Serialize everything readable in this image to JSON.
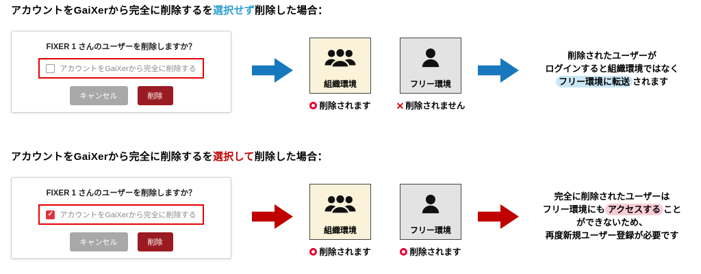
{
  "colors": {
    "blue_accent": "#1878be",
    "red_accent": "#c00000",
    "teal_emphasis": "#2b9fd0",
    "red_emphasis": "#c00000",
    "org_box_bg": "#faf3d9",
    "free_box_bg": "#e3e3e3",
    "delete_button": "#9a1b22",
    "cancel_button": "#a8a8a8",
    "checkbox_checked": "#d9363e",
    "marker_red": "#e60033",
    "highlight_blue": "#c9e7f6",
    "highlight_pink": "#f8ccd6"
  },
  "icons": {
    "check": "✓",
    "cross": "✕"
  },
  "sections": [
    {
      "heading": {
        "pre": "アカウントをGaiXerから完全に削除するを",
        "em": "選択せず",
        "post": "削除した場合："
      },
      "dialog": {
        "title_brand": "FIXER 1",
        "title_rest": " さんのユーザーを削除しますか？",
        "checkbox_label": "アカウントをGaiXerから完全に削除する",
        "checkbox_checked": false,
        "cancel_label": "キャンセル",
        "delete_label": "削除"
      },
      "environments": [
        {
          "label": "組織環境",
          "icon": "group-icon",
          "marker": "circle",
          "status": "削除されます"
        },
        {
          "label": "フリー環境",
          "icon": "person-icon",
          "marker": "cross",
          "status": "削除されません"
        }
      ],
      "result": {
        "line1": "削除されたユーザーが",
        "line2": "ログインすると組織環境ではなく",
        "line3_highlight": "フリー環境に転送",
        "line3_rest": "されます"
      }
    },
    {
      "heading": {
        "pre": "アカウントをGaiXerから完全に削除するを",
        "em": "選択して",
        "post": "削除した場合："
      },
      "dialog": {
        "title_brand": "FIXER 1",
        "title_rest": " さんのユーザーを削除しますか？",
        "checkbox_label": "アカウントをGaiXerから完全に削除する",
        "checkbox_checked": true,
        "cancel_label": "キャンセル",
        "delete_label": "削除"
      },
      "environments": [
        {
          "label": "組織環境",
          "icon": "group-icon",
          "marker": "circle",
          "status": "削除されます"
        },
        {
          "label": "フリー環境",
          "icon": "person-icon",
          "marker": "circle",
          "status": "削除されます"
        }
      ],
      "result": {
        "line1": "完全に削除されたユーザーは",
        "line2_pre": "フリー環境にも",
        "line2_highlight": "アクセスする",
        "line2_rest": "こと",
        "line3": "ができないため、",
        "line4": "再度新規ユーザー登録が必要です"
      }
    }
  ]
}
